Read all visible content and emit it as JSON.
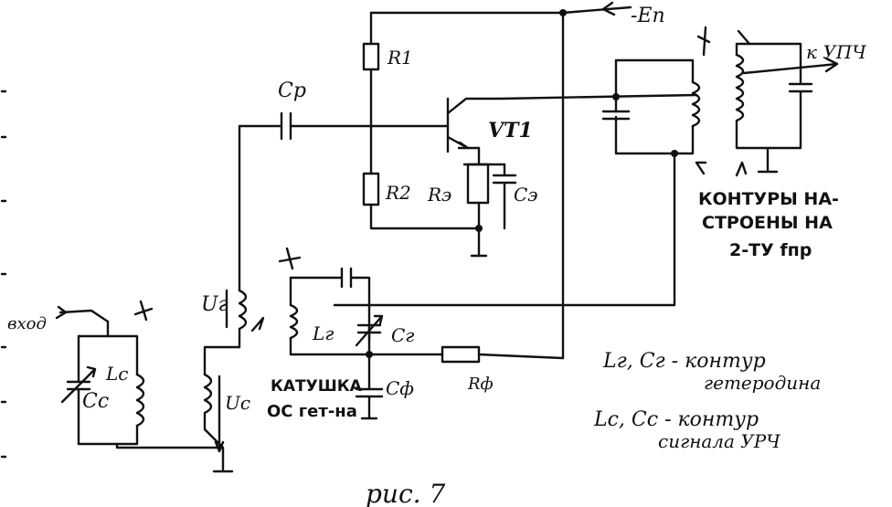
{
  "labels": {
    "supply": "-Еп",
    "r1": "R1",
    "r2": "R2",
    "re": "Rэ",
    "ce": "Cэ",
    "cp": "Cp",
    "vt1": "VT1",
    "to_ipch": "к УПЧ",
    "input": "вход",
    "lc": "Lc",
    "cc": "Cc",
    "ug": "Uг",
    "uc": "Uc",
    "lg": "Lг",
    "cg": "Cг",
    "cf": "Cф",
    "rf": "Rф",
    "coil_title": "КАТУШКА",
    "coil_sub": "ОС гет-на",
    "tuned_1": "КОНТУРЫ НА-",
    "tuned_2": "СТРОЕНЫ НА",
    "tuned_3": "2-ТУ fпр",
    "note_1": "Lг, Cг - контур",
    "note_2": "гетеродина",
    "note_3": "Lc, Cc - контур",
    "note_4": "сигнала УРЧ",
    "caption": "рис. 7"
  }
}
